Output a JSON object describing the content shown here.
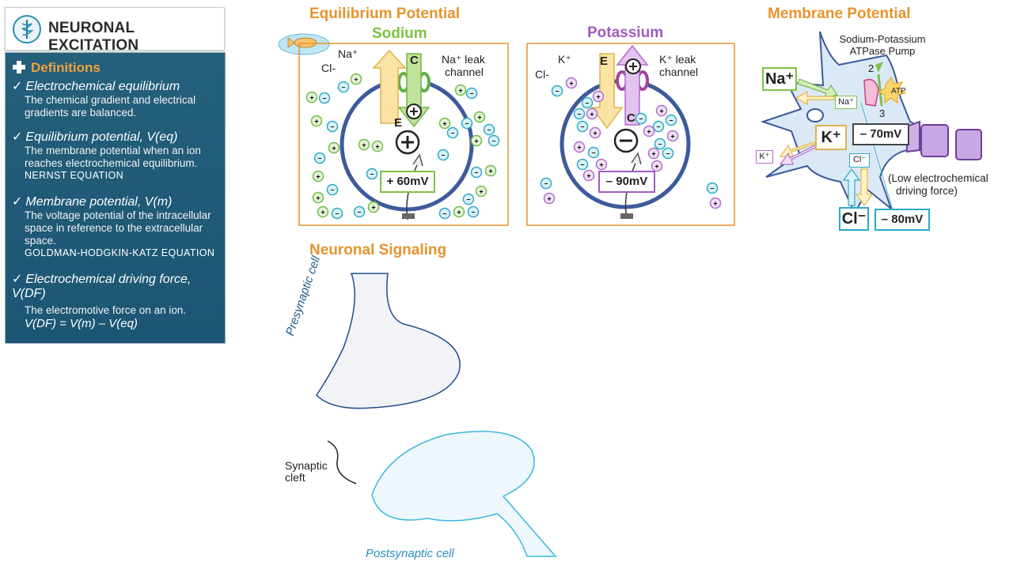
{
  "sidebar": {
    "title": "NEURONAL EXCITATION",
    "definitions_header": "Definitions",
    "definitions": [
      {
        "term": "Electrochemical equilibrium",
        "desc": "The chemical gradient and electrical gradients are balanced."
      },
      {
        "term": "Equilibrium potential, V(eq)",
        "desc": "The membrane potential when an ion reaches electrochemical equilibrium.",
        "eq": "NERNST EQUATION"
      },
      {
        "term": "Membrane potential, V(m)",
        "desc": "The voltage potential of the intracellular space in reference to the extracellular space.",
        "eq": "GOLDMAN-HODGKIN-KATZ EQUATION"
      },
      {
        "term": "Electrochemical driving force, V(DF)",
        "desc": "The electromotive force on an ion.",
        "formula": "V(DF) = V(m) – V(eq)"
      }
    ]
  },
  "equilibrium": {
    "title": "Equilibrium Potential",
    "sodium": {
      "subtitle": "Sodium",
      "na_label": "Na⁺",
      "cl_label": "Cl-",
      "channel_line1": "Na⁺ leak",
      "channel_line2": "channel",
      "e_label": "E",
      "c_label": "C",
      "voltage": "+ 60mV"
    },
    "potassium": {
      "subtitle": "Potassium",
      "k_label": "K⁺",
      "cl_label": "Cl-",
      "channel_line1": "K⁺ leak",
      "channel_line2": "channel",
      "e_label": "E",
      "c_label": "C",
      "voltage": "– 90mV"
    }
  },
  "membrane": {
    "title": "Membrane Potential",
    "pump_line1": "Sodium-Potassium",
    "pump_line2": "ATPase Pump",
    "na_big": "Na⁺",
    "na_small": "Na⁺",
    "k_big": "K⁺",
    "k_small": "K⁺",
    "cl_small": "Cl⁻",
    "cl_big": "Cl⁻",
    "pump_2": "2",
    "pump_3": "3",
    "atp": "ATP",
    "v_rest": "– 70mV",
    "v_cl": "– 80mV",
    "low_df_line1": "(Low electrochemical",
    "low_df_line2": "driving force)"
  },
  "signaling": {
    "title": "Neuronal Signaling",
    "presynaptic": "Presynaptic cell",
    "postsynaptic": "Postsynaptic cell",
    "cleft_line1": "Synaptic",
    "cleft_line2": "cleft"
  },
  "colors": {
    "orange": "#e6932d",
    "sodium_green": "#7cc242",
    "potassium_purple": "#a05cc0",
    "membrane_blue": "#3d5a9c",
    "panel_blue": "#245f7c",
    "cl_cyan": "#2aa9c9"
  }
}
